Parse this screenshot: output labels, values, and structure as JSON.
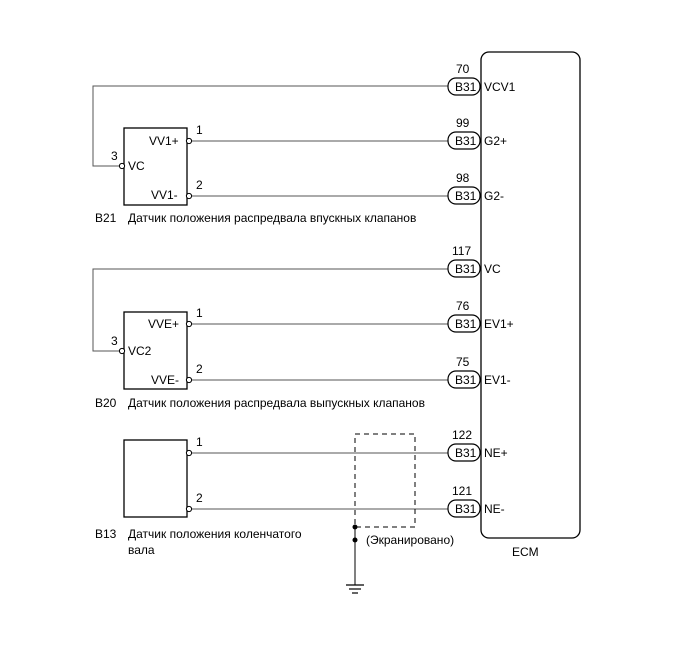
{
  "ecm": {
    "label": "ECM"
  },
  "connector_label": "B31",
  "ecm_terminals": [
    {
      "num": "70",
      "name": "VCV1"
    },
    {
      "num": "99",
      "name": "G2+"
    },
    {
      "num": "98",
      "name": "G2-"
    },
    {
      "num": "117",
      "name": "VC"
    },
    {
      "num": "76",
      "name": "EV1+"
    },
    {
      "num": "75",
      "name": "EV1-"
    },
    {
      "num": "122",
      "name": "NE+"
    },
    {
      "num": "121",
      "name": "NE-"
    }
  ],
  "sensors": [
    {
      "id": "B21",
      "caption": "Датчик положения распредвала впускных клапанов",
      "pins": [
        {
          "num": "1",
          "name": "VV1+"
        },
        {
          "num": "2",
          "name": "VV1-"
        },
        {
          "num": "3",
          "name": "VC"
        }
      ]
    },
    {
      "id": "B20",
      "caption": "Датчик положения распредвала выпускных клапанов",
      "pins": [
        {
          "num": "1",
          "name": "VVE+"
        },
        {
          "num": "2",
          "name": "VVE-"
        },
        {
          "num": "3",
          "name": "VC2"
        }
      ]
    },
    {
      "id": "B13",
      "caption_line1": "Датчик положения коленчатого",
      "caption_line2": "вала",
      "pins": [
        {
          "num": "1"
        },
        {
          "num": "2"
        }
      ]
    }
  ],
  "shield_label": "(Экранировано)"
}
